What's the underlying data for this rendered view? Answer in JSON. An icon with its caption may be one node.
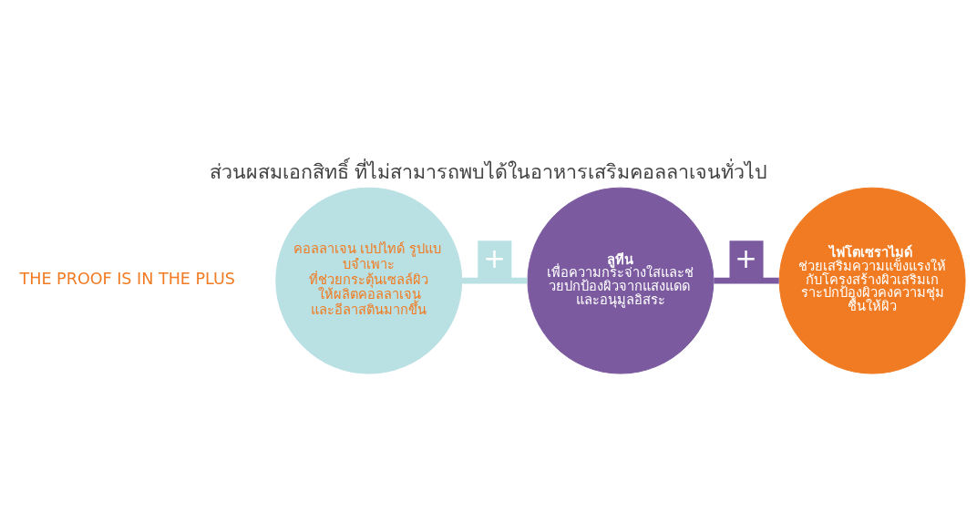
{
  "diagram": {
    "title": "ส่วนผสมเอกสิทธิ์ ที่ไม่สามารถพบได้ในอาหารเสริมคอลลาเจนทั่วไป",
    "nodes": [
      {
        "text": [
          "คอลลาเจน เปปไทด์ รูปแบบจำเพาะ ที่ช่วยกระตุ้นเซลล์ผิวให้ผลิตคอลลาเจน และอีลาสตินมากขึ้น"
        ]
      },
      {
        "text": [
          "ลูทีน",
          "เพื่อความกระจ่างใสและช่วยปกป้องผิวจากแสงแดด และอนุมูลอิสระ"
        ]
      },
      {
        "text": [
          "ไฟโตเซราไมด์",
          "ช่วยเสริมความแข็งแรงให้กับโครงสร้างผิวเสริมเกราะปกป้องผิวคงความชุ่มชื้นให้ผิว"
        ]
      }
    ],
    "edges": [
      {
        "from": 0,
        "to": 1,
        "arrow": "none",
        "label": "+",
        "color": "#b9e0e3"
      },
      {
        "from": 1,
        "to": 2,
        "arrow": "none",
        "label": "+",
        "color": "#7b5aa0"
      }
    ],
    "labels": [
      "THE PROOF IS IN THE PLUS"
    ]
  }
}
